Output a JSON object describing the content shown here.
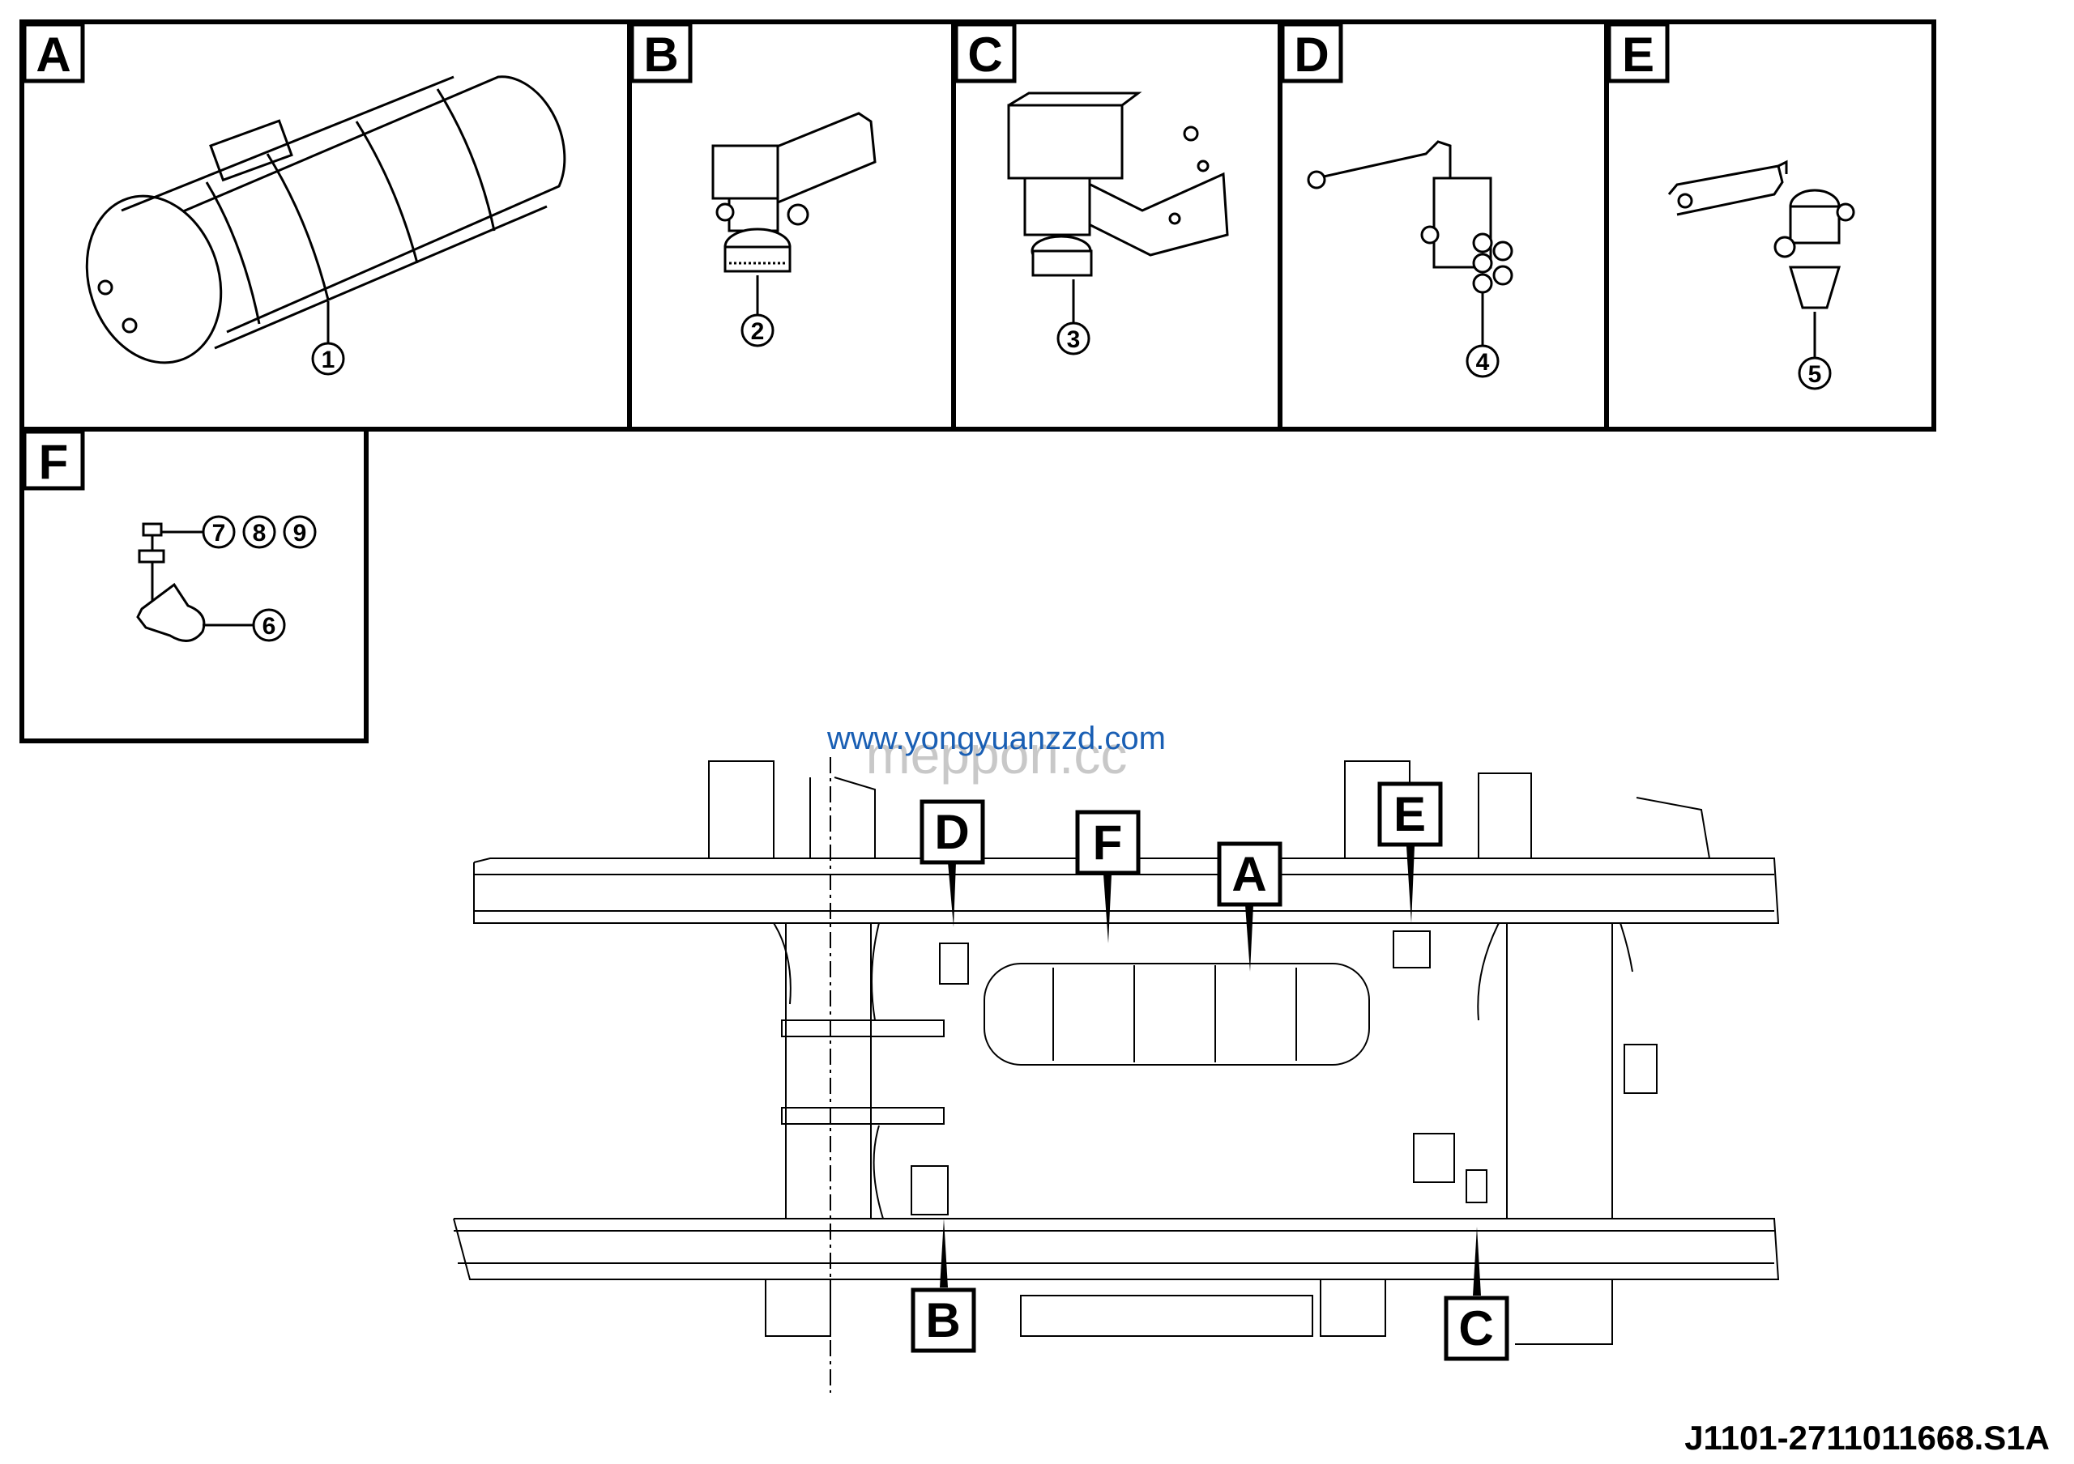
{
  "panels": [
    {
      "letter": "A",
      "item": "1"
    },
    {
      "letter": "B",
      "item": "2"
    },
    {
      "letter": "C",
      "item": "3"
    },
    {
      "letter": "D",
      "item": "4"
    },
    {
      "letter": "E",
      "item": "5"
    }
  ],
  "panel_f": {
    "letter": "F",
    "items": [
      "7",
      "8",
      "9"
    ],
    "item_clip": "6"
  },
  "overview_callouts": {
    "A": "A",
    "B": "B",
    "C": "C",
    "D": "D",
    "E": "E",
    "F": "F"
  },
  "watermark": {
    "line1": "www.yongyuanzzd.com",
    "line2": "meppori.cc"
  },
  "drawing_code": "J1101-2711011668.S1A",
  "colors": {
    "line": "#000000",
    "watermark_blue": "#1a5fb4",
    "watermark_gray": "#9a9a9a"
  }
}
